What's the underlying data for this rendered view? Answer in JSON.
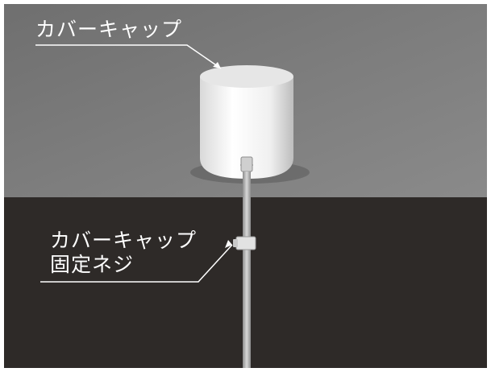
{
  "callouts": {
    "cover_cap": "カバーキャップ",
    "cover_cap_screw_line1": "カバーキャップ",
    "cover_cap_screw_line2": "固定ネジ"
  },
  "colors": {
    "ceiling": "#7a7a7a",
    "wall": "#2e2a28",
    "cap": "#f4f4f4",
    "wire": "#bdbdbd",
    "callout": "#ffffff"
  }
}
